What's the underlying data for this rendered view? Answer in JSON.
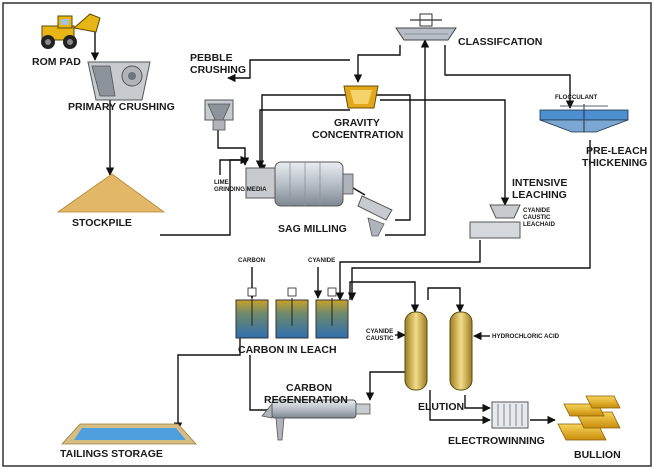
{
  "stages": {
    "rom_pad": "ROM PAD",
    "primary_crushing": "PRIMARY CRUSHING",
    "pebble_crushing_1": "PEBBLE",
    "pebble_crushing_2": "CRUSHING",
    "stockpile": "STOCKPILE",
    "sag_milling": "SAG MILLING",
    "gravity_concentration_1": "GRAVITY",
    "gravity_concentration_2": "CONCENTRATION",
    "classification": "CLASSIFCATION",
    "pre_leach_thickening_1": "PRE-LEACH",
    "pre_leach_thickening_2": "THICKENING",
    "intensive_leaching_1": "INTENSIVE",
    "intensive_leaching_2": "LEACHING",
    "carbon_in_leach": "CARBON IN LEACH",
    "carbon_regeneration_1": "CARBON",
    "carbon_regeneration_2": "REGENERATION",
    "elution": "ELUTION",
    "electrowinning": "ELECTROWINNING",
    "tailings_storage": "TAILINGS STORAGE",
    "bullion": "BULLION"
  },
  "reagents": {
    "lime_1": "LIME",
    "lime_2": "GRINDING MEDIA",
    "flocculant": "FLOCCULANT",
    "cyanide_leach_1": "CYANIDE",
    "cyanide_leach_2": "CAUSTIC",
    "cyanide_leach_3": "LEACHAID",
    "carbon": "CARBON",
    "cyanide": "CYANIDE",
    "cyanide_elution_1": "CYANIDE",
    "cyanide_elution_2": "CAUSTIC",
    "hydrochloric_acid": "HYDROCHLORIC ACID"
  },
  "colors": {
    "ore": "#e2b768",
    "gold": "#e0a81a",
    "steel": "#9aa3ad",
    "tank_slurry": "#8c7a2a",
    "tank_water": "#3a86c8",
    "tailings_water": "#4d9fe0",
    "column": "#d8c27a",
    "loader": "#e8b516"
  }
}
